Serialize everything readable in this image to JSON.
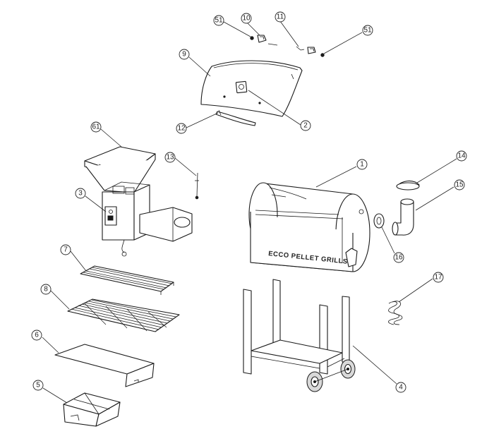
{
  "callouts": {
    "c1": "1",
    "c2": "2",
    "c3": "3",
    "c4": "4",
    "c5": "5",
    "c6": "6",
    "c7": "7",
    "c8": "8",
    "c9": "9",
    "c10": "10",
    "c11": "11",
    "c12": "12",
    "c13": "13",
    "c14": "14",
    "c15": "15",
    "c16": "16",
    "c17": "17",
    "c51a": "51",
    "c51b": "51",
    "c61": "61"
  },
  "barrel_brand": "ECCO PELLET GRILLS"
}
